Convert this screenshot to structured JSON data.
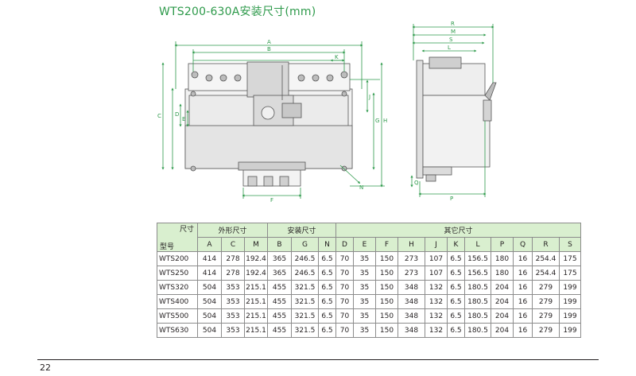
{
  "title": "WTS200-630A安装尺寸(mm)",
  "front_view_labels": {
    "A": "A",
    "B": "B",
    "C": "C",
    "D": "D",
    "E": "E",
    "F": "F",
    "G": "G",
    "H": "H",
    "J": "J",
    "K": "K",
    "N": "N"
  },
  "side_view_labels": {
    "R": "R",
    "M": "M",
    "S": "S",
    "L": "L",
    "P": "P",
    "Q": "Q"
  },
  "table": {
    "corner_top": "尺寸",
    "corner_bottom": "型号",
    "groups": [
      "外形尺寸",
      "安装尺寸",
      "其它尺寸"
    ],
    "columns": [
      "A",
      "C",
      "M",
      "B",
      "G",
      "N",
      "D",
      "E",
      "F",
      "H",
      "J",
      "K",
      "L",
      "P",
      "Q",
      "R",
      "S"
    ],
    "rows": [
      {
        "model": "WTS200",
        "values": [
          "414",
          "278",
          "192.4",
          "365",
          "246.5",
          "6.5",
          "70",
          "35",
          "150",
          "273",
          "107",
          "6.5",
          "156.5",
          "180",
          "16",
          "254.4",
          "175"
        ]
      },
      {
        "model": "WTS250",
        "values": [
          "414",
          "278",
          "192.4",
          "365",
          "246.5",
          "6.5",
          "70",
          "35",
          "150",
          "273",
          "107",
          "6.5",
          "156.5",
          "180",
          "16",
          "254.4",
          "175"
        ]
      },
      {
        "model": "WTS320",
        "values": [
          "504",
          "353",
          "215.1",
          "455",
          "321.5",
          "6.5",
          "70",
          "35",
          "150",
          "348",
          "132",
          "6.5",
          "180.5",
          "204",
          "16",
          "279",
          "199"
        ]
      },
      {
        "model": "WTS400",
        "values": [
          "504",
          "353",
          "215.1",
          "455",
          "321.5",
          "6.5",
          "70",
          "35",
          "150",
          "348",
          "132",
          "6.5",
          "180.5",
          "204",
          "16",
          "279",
          "199"
        ]
      },
      {
        "model": "WTS500",
        "values": [
          "504",
          "353",
          "215.1",
          "455",
          "321.5",
          "6.5",
          "70",
          "35",
          "150",
          "348",
          "132",
          "6.5",
          "180.5",
          "204",
          "16",
          "279",
          "199"
        ]
      },
      {
        "model": "WTS630",
        "values": [
          "504",
          "353",
          "215.1",
          "455",
          "321.5",
          "6.5",
          "70",
          "35",
          "150",
          "348",
          "132",
          "6.5",
          "180.5",
          "204",
          "16",
          "279",
          "199"
        ]
      }
    ]
  },
  "page_number": "22"
}
